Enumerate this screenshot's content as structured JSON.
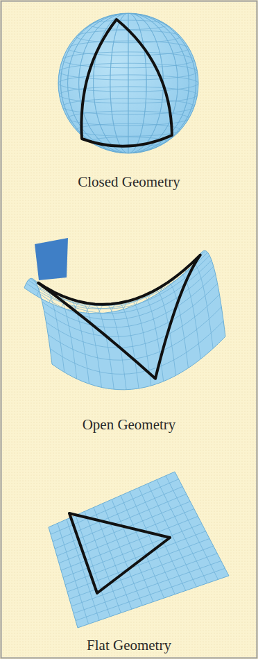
{
  "diagram": {
    "labels": [
      "Closed Geometry",
      "Open Geometry",
      "Flat Geometry"
    ]
  }
}
